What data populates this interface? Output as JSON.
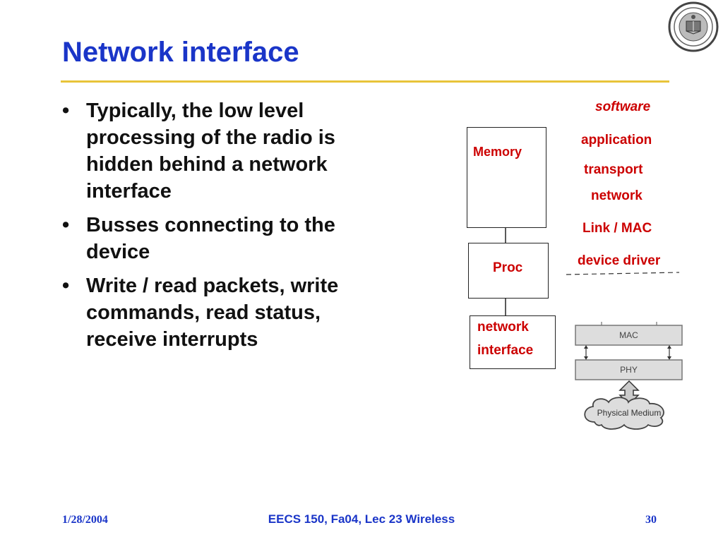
{
  "slide": {
    "title": "Network interface",
    "bullets": [
      "Typically, the low level processing of the radio is hidden behind a network interface",
      "Busses connecting to the device",
      "Write / read packets, write commands, read status, receive interrupts"
    ]
  },
  "diagram": {
    "software_label": "software",
    "memory_label": "Memory",
    "proc_label": "Proc",
    "netif_line1": "network",
    "netif_line2": "interface",
    "layers": [
      "application",
      "transport",
      "network",
      "Link / MAC",
      "device driver"
    ],
    "hw_mac": "MAC",
    "hw_phy": "PHY",
    "hw_medium": "Physical Medium"
  },
  "footer": {
    "date": "1/28/2004",
    "course": "EECS 150, Fa04, Lec 23 Wireless",
    "page": "30"
  },
  "colors": {
    "title_blue": "#1a35c8",
    "accent_red": "#cc0000",
    "rule_gold": "#e8c43a"
  },
  "icons": {
    "seal": "university-seal-icon"
  }
}
